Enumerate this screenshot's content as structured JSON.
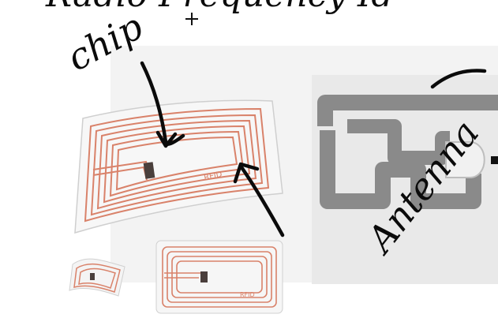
{
  "handwriting": {
    "title_fragment": "Radio Frequency Id",
    "chip_label": "chip",
    "antenna_label": "Antenna"
  },
  "tags": {
    "large_tag_text": "RFID",
    "small_tag_text": "RFID"
  },
  "colors": {
    "coil": "#d9826a",
    "ink": "#0b0b0b",
    "antenna_grey": "#8a8a8a",
    "panel_bg": "#f1f1f1"
  }
}
